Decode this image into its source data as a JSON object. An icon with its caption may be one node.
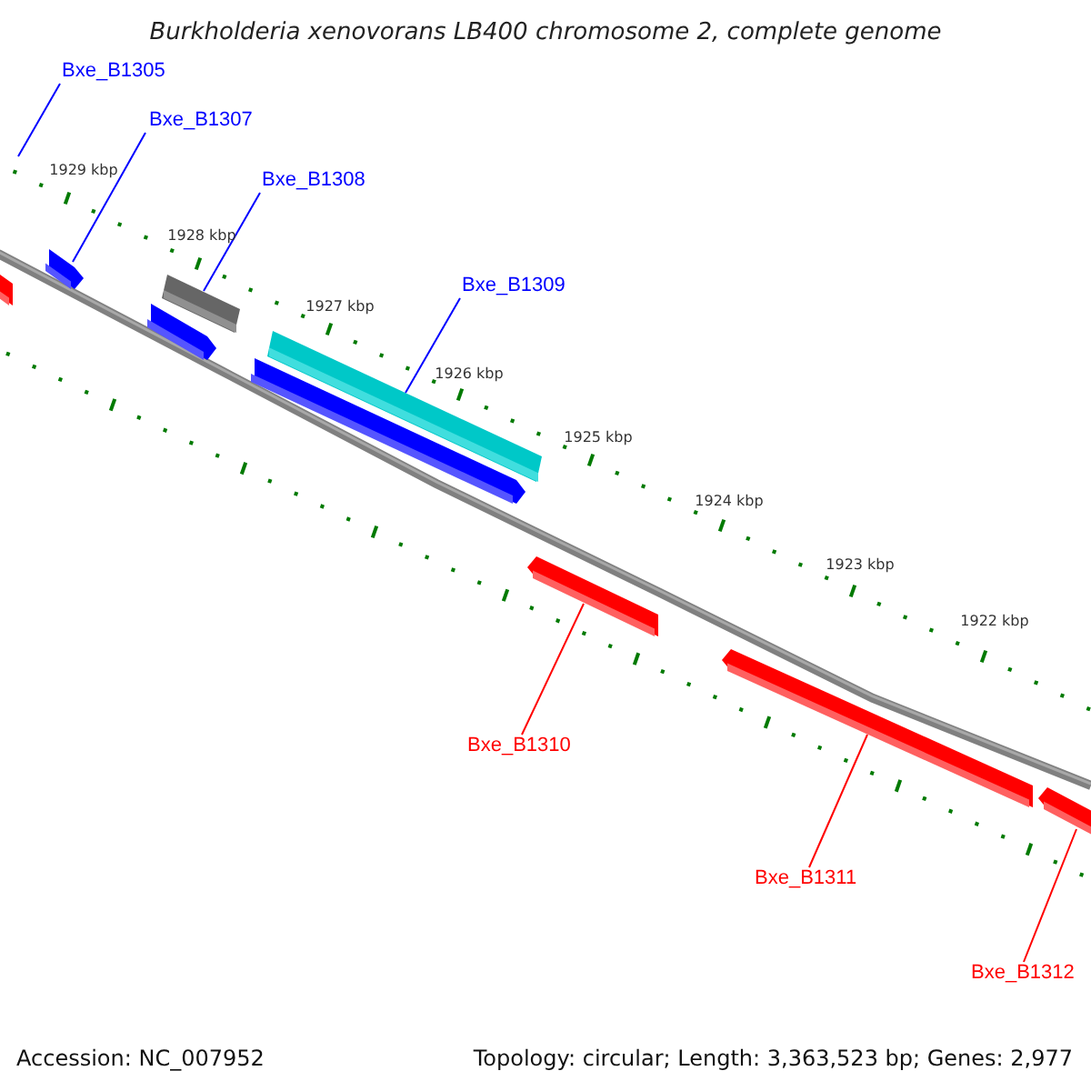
{
  "diagram": {
    "title": "Burkholderia xenovorans LB400 chromosome 2, complete genome",
    "nodes": [
      {
        "text": [
          "Bxe_B1305"
        ]
      },
      {
        "text": [
          "Bxe_B1307"
        ]
      },
      {
        "text": [
          "Bxe_B1308"
        ]
      },
      {
        "text": [
          "Bxe_B1309"
        ]
      },
      {
        "text": [
          "Bxe_B1310"
        ]
      },
      {
        "text": [
          "Bxe_B1311"
        ]
      },
      {
        "text": [
          "Bxe_B1312"
        ]
      },
      {
        "text": [],
        "shape": "arrow"
      },
      {
        "text": [],
        "shape": "arrow"
      },
      {
        "text": [],
        "shape": "arrow"
      },
      {
        "text": [],
        "shape": "arrow"
      },
      {
        "text": [],
        "shape": "arrow"
      },
      {
        "text": [],
        "shape": "arrow"
      },
      {
        "text": [],
        "shape": "arrow"
      },
      {
        "text": [],
        "shape": "arrow"
      },
      {
        "text": [],
        "shape": "arrow"
      }
    ],
    "edges": [
      {
        "from": 0,
        "to": null,
        "arrow": "none"
      },
      {
        "from": 1,
        "to": 8,
        "arrow": "none"
      },
      {
        "from": 2,
        "to": 10,
        "arrow": "none"
      },
      {
        "from": 3,
        "to": 11,
        "arrow": "none"
      },
      {
        "from": 4,
        "to": 13,
        "arrow": "none",
        "color": "#ff0000"
      },
      {
        "from": 5,
        "to": 14,
        "arrow": "none",
        "color": "#ff0000"
      },
      {
        "from": 6,
        "to": 15,
        "arrow": "none",
        "color": "#ff0000"
      }
    ],
    "labels": [
      "1929 kbp",
      "1928 kbp",
      "1927 kbp",
      "1926 kbp",
      "1925 kbp",
      "1924 kbp",
      "1923 kbp",
      "1922 kbp",
      "Accession: NC_007952",
      "Topology: circular; Length: 3,363,523 bp; Genes: 2,977"
    ]
  }
}
